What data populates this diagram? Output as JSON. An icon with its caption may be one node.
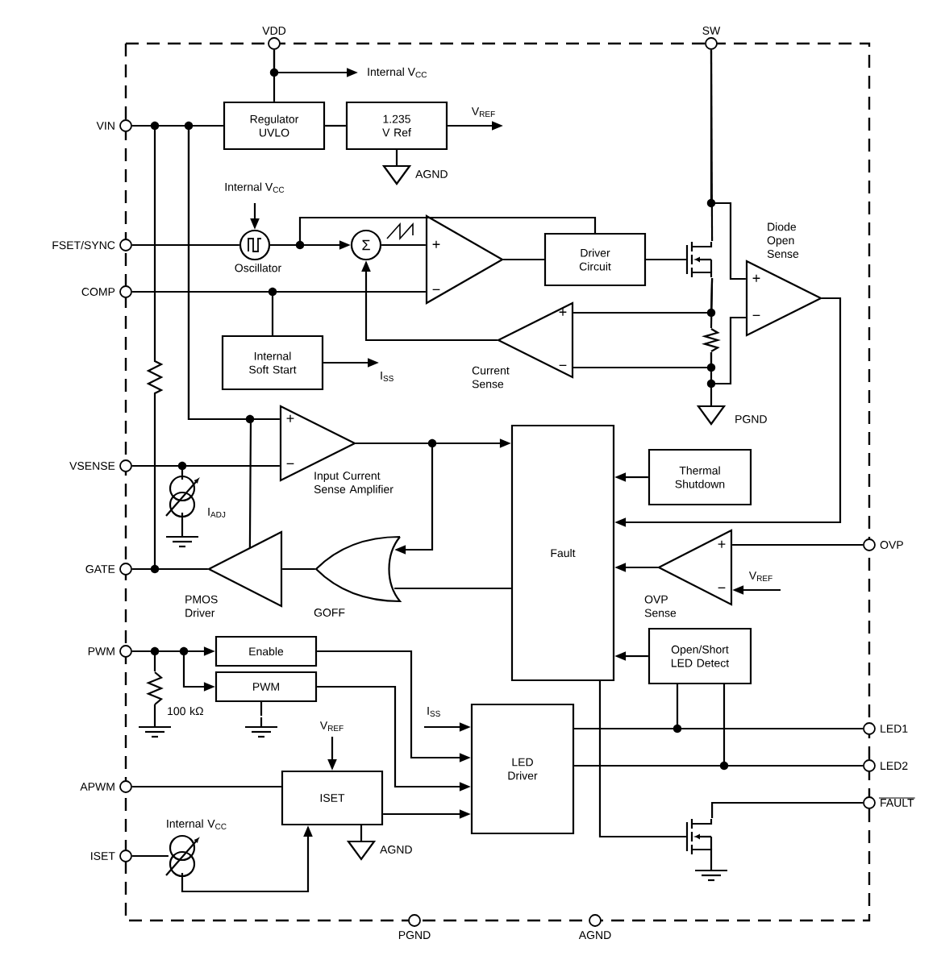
{
  "diagram": {
    "nodes": [
      {
        "text": [
          "VDD"
        ]
      },
      {
        "text": [
          "SW"
        ]
      },
      {
        "text": [
          "VIN"
        ]
      },
      {
        "text": [
          "FSET/SYNC"
        ]
      },
      {
        "text": [
          "COMP"
        ]
      },
      {
        "text": [
          "VSENSE"
        ]
      },
      {
        "text": [
          "GATE"
        ]
      },
      {
        "text": [
          "PWM"
        ]
      },
      {
        "text": [
          "APWM"
        ]
      },
      {
        "text": [
          "ISET"
        ]
      },
      {
        "text": [
          "OVP"
        ]
      },
      {
        "text": [
          "LED1"
        ]
      },
      {
        "text": [
          "LED2"
        ]
      },
      {
        "text": [
          "FAULT"
        ]
      },
      {
        "text": [
          "PGND"
        ]
      },
      {
        "text": [
          "AGND"
        ]
      },
      {
        "text": [
          "Regulator UVLO"
        ]
      },
      {
        "text": [
          "1.235 V Ref"
        ]
      },
      {
        "text": [],
        "shape": "circle",
        "beside": [
          "Oscillator"
        ]
      },
      {
        "text": [
          "Σ"
        ]
      },
      {
        "text": [
          "+",
          "−"
        ]
      },
      {
        "text": [
          "Driver Circuit"
        ]
      },
      {
        "text": [
          "+",
          "−"
        ],
        "beside": [
          "Diode Open Sense"
        ]
      },
      {
        "text": [
          "+",
          "−"
        ],
        "beside": [
          "Current Sense"
        ]
      },
      {
        "text": [
          "Internal Soft Start"
        ]
      },
      {
        "text": [
          "+",
          "−"
        ],
        "beside": [
          "Input Current Sense Amplifier"
        ]
      },
      {
        "text": [
          "Thermal Shutdown"
        ]
      },
      {
        "text": [
          "Fault"
        ]
      },
      {
        "text": [],
        "shape": "gate",
        "beside": [
          "GOFF"
        ]
      },
      {
        "text": [],
        "shape": "triangle",
        "beside": [
          "PMOS Driver"
        ]
      },
      {
        "text": [
          "+",
          "−"
        ],
        "beside": [
          "OVP Sense"
        ]
      },
      {
        "text": [
          "Open/Short LED Detect"
        ]
      },
      {
        "text": [
          "Enable"
        ]
      },
      {
        "text": [
          "PWM"
        ]
      },
      {
        "text": [
          "ISET"
        ]
      },
      {
        "text": [
          "LED Driver"
        ]
      },
      {
        "text": [],
        "shape": "transistor"
      },
      {
        "text": [],
        "shape": "transistor"
      },
      {
        "text": [
          "Internal V$_{CC}$"
        ]
      },
      {
        "text": [
          "V$_{REF}$"
        ]
      },
      {
        "text": [
          "Internal V$_{CC}$"
        ]
      },
      {
        "text": [
          "I$_{SS}$"
        ]
      },
      {
        "text": [
          "V$_{REF}$"
        ]
      },
      {
        "text": [
          "I$_{SS}$"
        ]
      },
      {
        "text": [
          "V$_{REF}$"
        ]
      },
      {
        "text": [],
        "shape": "source",
        "beside": [
          "I$_{ADJ}$"
        ]
      },
      {
        "text": [],
        "shape": "source",
        "beside": [
          "Internal V$_{CC}$"
        ]
      },
      {
        "text": [],
        "shape": "resistor"
      },
      {
        "text": [],
        "shape": "resistor",
        "beside": [
          "100 kΩ"
        ]
      }
    ],
    "edges": [
      {
        "from": 0,
        "to": 16,
        "arrow": "none"
      },
      {
        "from": 0,
        "to": 38,
        "arrow": "to"
      },
      {
        "from": 2,
        "to": 16,
        "arrow": "none"
      },
      {
        "from": 16,
        "to": 17,
        "arrow": "none"
      },
      {
        "from": 17,
        "to": 39,
        "arrow": "to"
      },
      {
        "from": 40,
        "to": 18,
        "arrow": "to"
      },
      {
        "from": 3,
        "to": 18,
        "arrow": "none"
      },
      {
        "from": 18,
        "to": 19,
        "arrow": "to"
      },
      {
        "from": 18,
        "to": 21,
        "arrow": "none"
      },
      {
        "from": 19,
        "to": 20,
        "arrow": "none"
      },
      {
        "from": 4,
        "to": 20,
        "arrow": "none"
      },
      {
        "from": 20,
        "to": 21,
        "arrow": "none"
      },
      {
        "from": 23,
        "to": 19,
        "arrow": "to"
      },
      {
        "from": 4,
        "to": 24,
        "arrow": "none"
      },
      {
        "from": 24,
        "to": 41,
        "arrow": "to"
      },
      {
        "from": 1,
        "to": 36,
        "arrow": "none"
      },
      {
        "from": 21,
        "to": 36,
        "arrow": "none"
      },
      {
        "from": 1,
        "to": 22,
        "arrow": "none"
      },
      {
        "from": 22,
        "to": 27,
        "arrow": "to"
      },
      {
        "from": 2,
        "to": 25,
        "arrow": "none"
      },
      {
        "from": 2,
        "to": 29,
        "arrow": "none"
      },
      {
        "from": 5,
        "to": 25,
        "arrow": "none"
      },
      {
        "from": 25,
        "to": 27,
        "arrow": "to"
      },
      {
        "from": 25,
        "to": 28,
        "arrow": "to"
      },
      {
        "from": 27,
        "to": 28,
        "arrow": "none"
      },
      {
        "from": 28,
        "to": 29,
        "arrow": "none"
      },
      {
        "from": 29,
        "to": 6,
        "arrow": "none"
      },
      {
        "from": 2,
        "to": 6,
        "arrow": "none"
      },
      {
        "from": 26,
        "to": 27,
        "arrow": "to"
      },
      {
        "from": 10,
        "to": 30,
        "arrow": "none"
      },
      {
        "from": 42,
        "to": 30,
        "arrow": "to"
      },
      {
        "from": 30,
        "to": 27,
        "arrow": "to"
      },
      {
        "from": 31,
        "to": 27,
        "arrow": "to"
      },
      {
        "from": 35,
        "to": 11,
        "arrow": "none"
      },
      {
        "from": 35,
        "to": 12,
        "arrow": "none"
      },
      {
        "from": 31,
        "to": 11,
        "arrow": "none"
      },
      {
        "from": 31,
        "to": 12,
        "arrow": "none"
      },
      {
        "from": 27,
        "to": 37,
        "arrow": "none"
      },
      {
        "from": 37,
        "to": 13,
        "arrow": "none"
      },
      {
        "from": 7,
        "to": 32,
        "arrow": "to"
      },
      {
        "from": 7,
        "to": 33,
        "arrow": "to"
      },
      {
        "from": 43,
        "to": 35,
        "arrow": "to"
      },
      {
        "from": 32,
        "to": 35,
        "arrow": "to"
      },
      {
        "from": 33,
        "to": 35,
        "arrow": "to"
      },
      {
        "from": 34,
        "to": 35,
        "arrow": "to"
      },
      {
        "from": 8,
        "to": 34,
        "arrow": "none"
      },
      {
        "from": 44,
        "to": 34,
        "arrow": "to"
      },
      {
        "from": 9,
        "to": 46,
        "arrow": "none"
      },
      {
        "from": 46,
        "to": 34,
        "arrow": "to"
      },
      {
        "from": 5,
        "to": 45,
        "arrow": "none"
      },
      {
        "from": 36,
        "to": 47,
        "arrow": "none"
      },
      {
        "from": 36,
        "to": 23,
        "arrow": "none"
      },
      {
        "from": 47,
        "to": 23,
        "arrow": "none"
      },
      {
        "from": 47,
        "to": 22,
        "arrow": "none"
      },
      {
        "from": 7,
        "to": 48,
        "arrow": "none"
      }
    ],
    "labels": [
      "AGND",
      "PGND",
      "AGND"
    ]
  }
}
